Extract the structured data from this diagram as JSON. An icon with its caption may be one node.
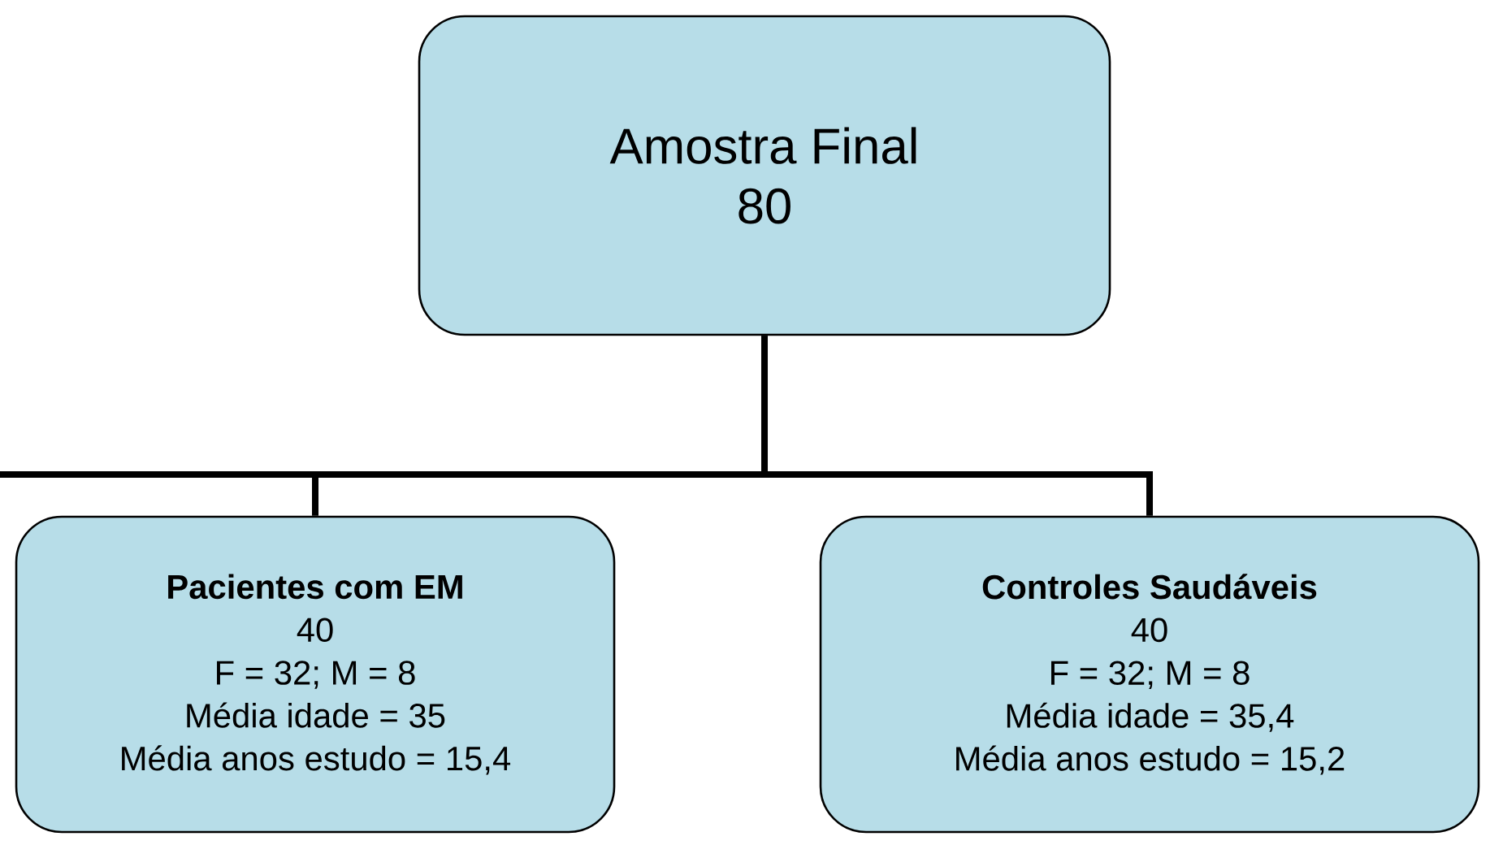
{
  "diagram": {
    "nodes": [
      {
        "text": [
          "Amostra Final",
          "80"
        ]
      },
      {
        "text": [
          "Pacientes com EM",
          "40",
          "F = 32; M = 8",
          "Média idade = 35",
          "Média anos estudo = 15,4"
        ]
      },
      {
        "text": [
          "Controles Saudáveis",
          "40",
          "F = 32; M = 8",
          "Média idade = 35,4",
          "Média anos estudo = 15,2"
        ]
      }
    ],
    "edges": [
      {
        "from": 0,
        "to": 1,
        "arrow": "none"
      },
      {
        "from": 0,
        "to": 2,
        "arrow": "none"
      }
    ]
  }
}
